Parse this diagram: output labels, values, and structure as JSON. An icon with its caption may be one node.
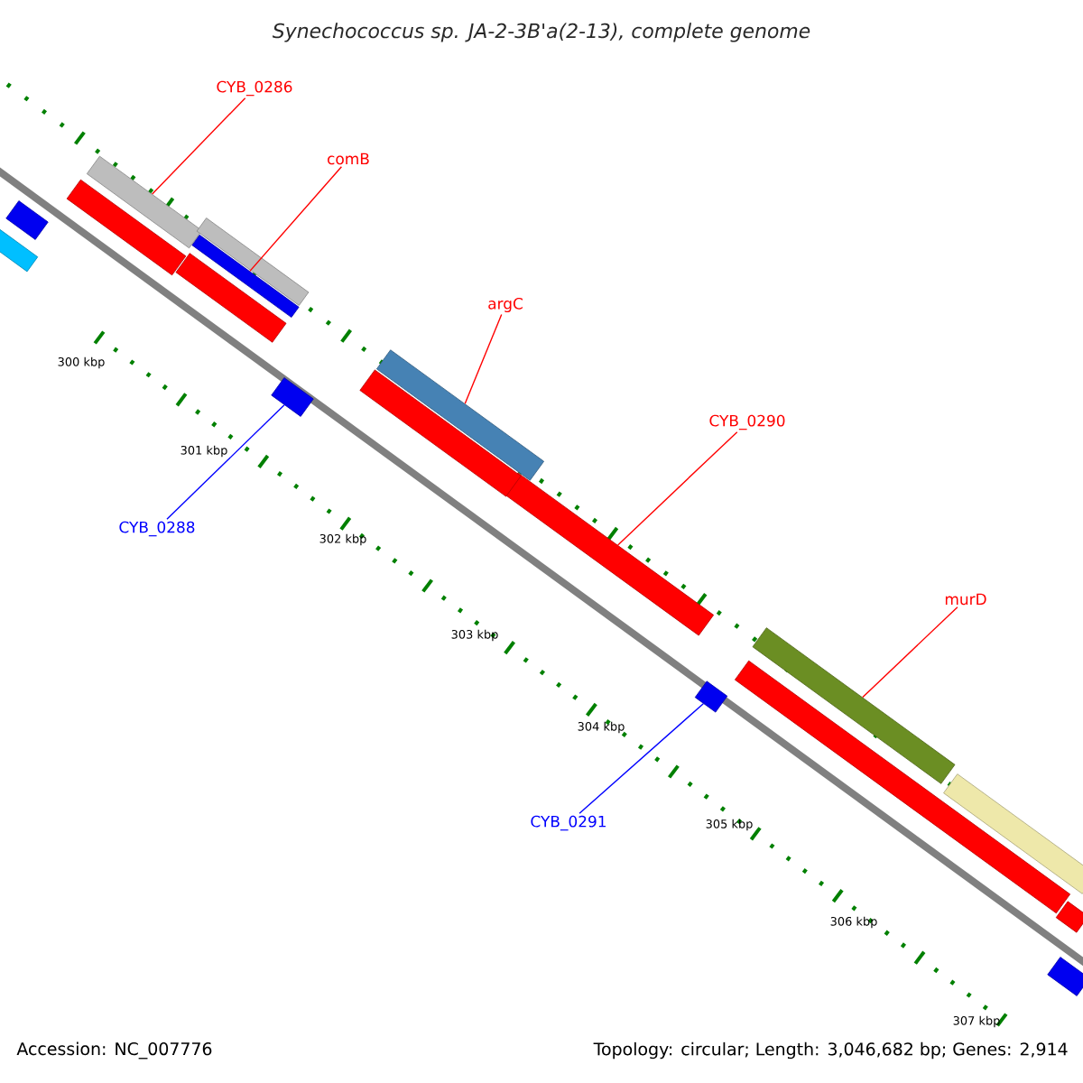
{
  "diagram": {
    "title": "Synechococcus sp. JA-2-3B'a(2-13), complete genome",
    "nodes": [
      {
        "text": [
          "CYB_0286"
        ]
      },
      {
        "text": [],
        "shape": "bar"
      },
      {
        "text": [
          "comB"
        ]
      },
      {
        "text": [],
        "shape": "bar"
      },
      {
        "text": [
          "argC"
        ]
      },
      {
        "text": [],
        "shape": "bar"
      },
      {
        "text": [
          "CYB_0290"
        ]
      },
      {
        "text": [],
        "shape": "bar"
      },
      {
        "text": [
          "CYB_0288"
        ]
      },
      {
        "text": [],
        "shape": "bar"
      },
      {
        "text": [
          "murD"
        ]
      },
      {
        "text": [],
        "shape": "bar"
      },
      {
        "text": [
          "CYB_0291"
        ]
      },
      {
        "text": [],
        "shape": "bar"
      },
      {
        "text": [],
        "shape": "bar"
      },
      {
        "text": [],
        "shape": "bar"
      },
      {
        "text": [],
        "shape": "bar"
      },
      {
        "text": [],
        "shape": "bar"
      },
      {
        "text": [],
        "shape": "bar"
      },
      {
        "text": [],
        "shape": "bar"
      },
      {
        "text": [],
        "shape": "bar"
      },
      {
        "text": [],
        "shape": "bar"
      },
      {
        "text": [],
        "shape": "bar"
      },
      {
        "text": [],
        "shape": "bar"
      }
    ],
    "edges": [
      {
        "from": 0,
        "to": 1,
        "arrow": "none"
      },
      {
        "from": 2,
        "to": 3,
        "arrow": "none"
      },
      {
        "from": 4,
        "to": 5,
        "arrow": "none"
      },
      {
        "from": 6,
        "to": 7,
        "arrow": "none"
      },
      {
        "from": 8,
        "to": 9,
        "arrow": "none",
        "color": "#0000ff"
      },
      {
        "from": 10,
        "to": 11,
        "arrow": "none"
      },
      {
        "from": 12,
        "to": 13,
        "arrow": "none",
        "color": "#0000ff"
      }
    ],
    "labels": [
      "300 kbp",
      "301 kbp",
      "302 kbp",
      "303 kbp",
      "304 kbp",
      "305 kbp",
      "306 kbp",
      "307 kbp",
      "Accession: NC_007776",
      "Topology: circular; Length: 3,046,682 bp; Genes: 2,914"
    ]
  }
}
